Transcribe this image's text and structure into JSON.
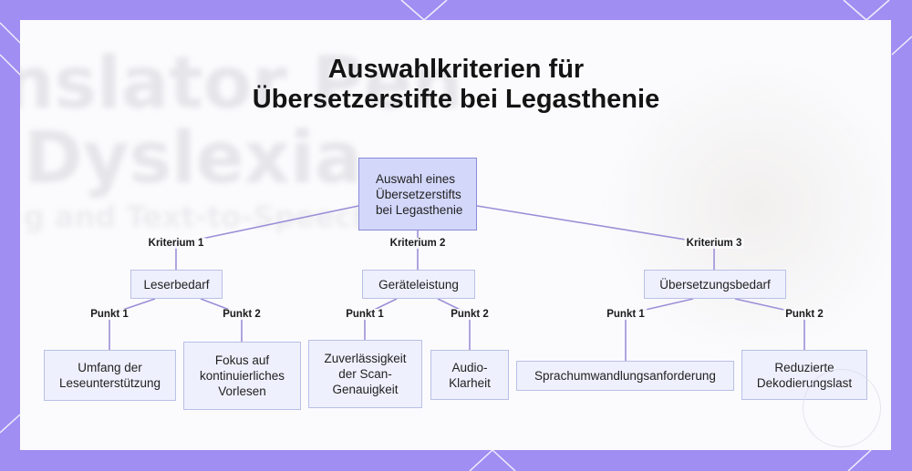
{
  "title": {
    "line1": "Auswahlkriterien für",
    "line2": "Übersetzerstifte bei Legasthenie"
  },
  "background_text": {
    "line1": "nslator Pen",
    "line2": "Dyslexia",
    "line3": "g and Text-to-Speech"
  },
  "root": {
    "line1": "Auswahl eines",
    "line2": "Übersetzerstifts",
    "line3": "bei Legasthenie"
  },
  "criteria": [
    {
      "edge_label": "Kriterium 1",
      "label": "Leserbedarf",
      "points": [
        {
          "edge_label": "Punkt 1",
          "line1": "Umfang der",
          "line2": "Leseunterstützung",
          "line3": ""
        },
        {
          "edge_label": "Punkt 2",
          "line1": "Fokus auf",
          "line2": "kontinuierliches",
          "line3": "Vorlesen"
        }
      ]
    },
    {
      "edge_label": "Kriterium 2",
      "label": "Geräteleistung",
      "points": [
        {
          "edge_label": "Punkt 1",
          "line1": "Zuverlässigkeit",
          "line2": "der Scan-",
          "line3": "Genauigkeit"
        },
        {
          "edge_label": "Punkt 2",
          "line1": "Audio-",
          "line2": "Klarheit",
          "line3": ""
        }
      ]
    },
    {
      "edge_label": "Kriterium 3",
      "label": "Übersetzungsbedarf",
      "points": [
        {
          "edge_label": "Punkt 1",
          "line1": "Sprachumwandlungsanforderung",
          "line2": "",
          "line3": ""
        },
        {
          "edge_label": "Punkt 2",
          "line1": "Reduzierte",
          "line2": "Dekodierungslast",
          "line3": ""
        }
      ]
    }
  ],
  "colors": {
    "frame": "#a08ef2",
    "edge": "#9d8fd8",
    "node_fill": "#eef0fd",
    "node_border": "#b9c0e6",
    "root_fill": "#d3d7fa",
    "root_border": "#8a89d8"
  }
}
